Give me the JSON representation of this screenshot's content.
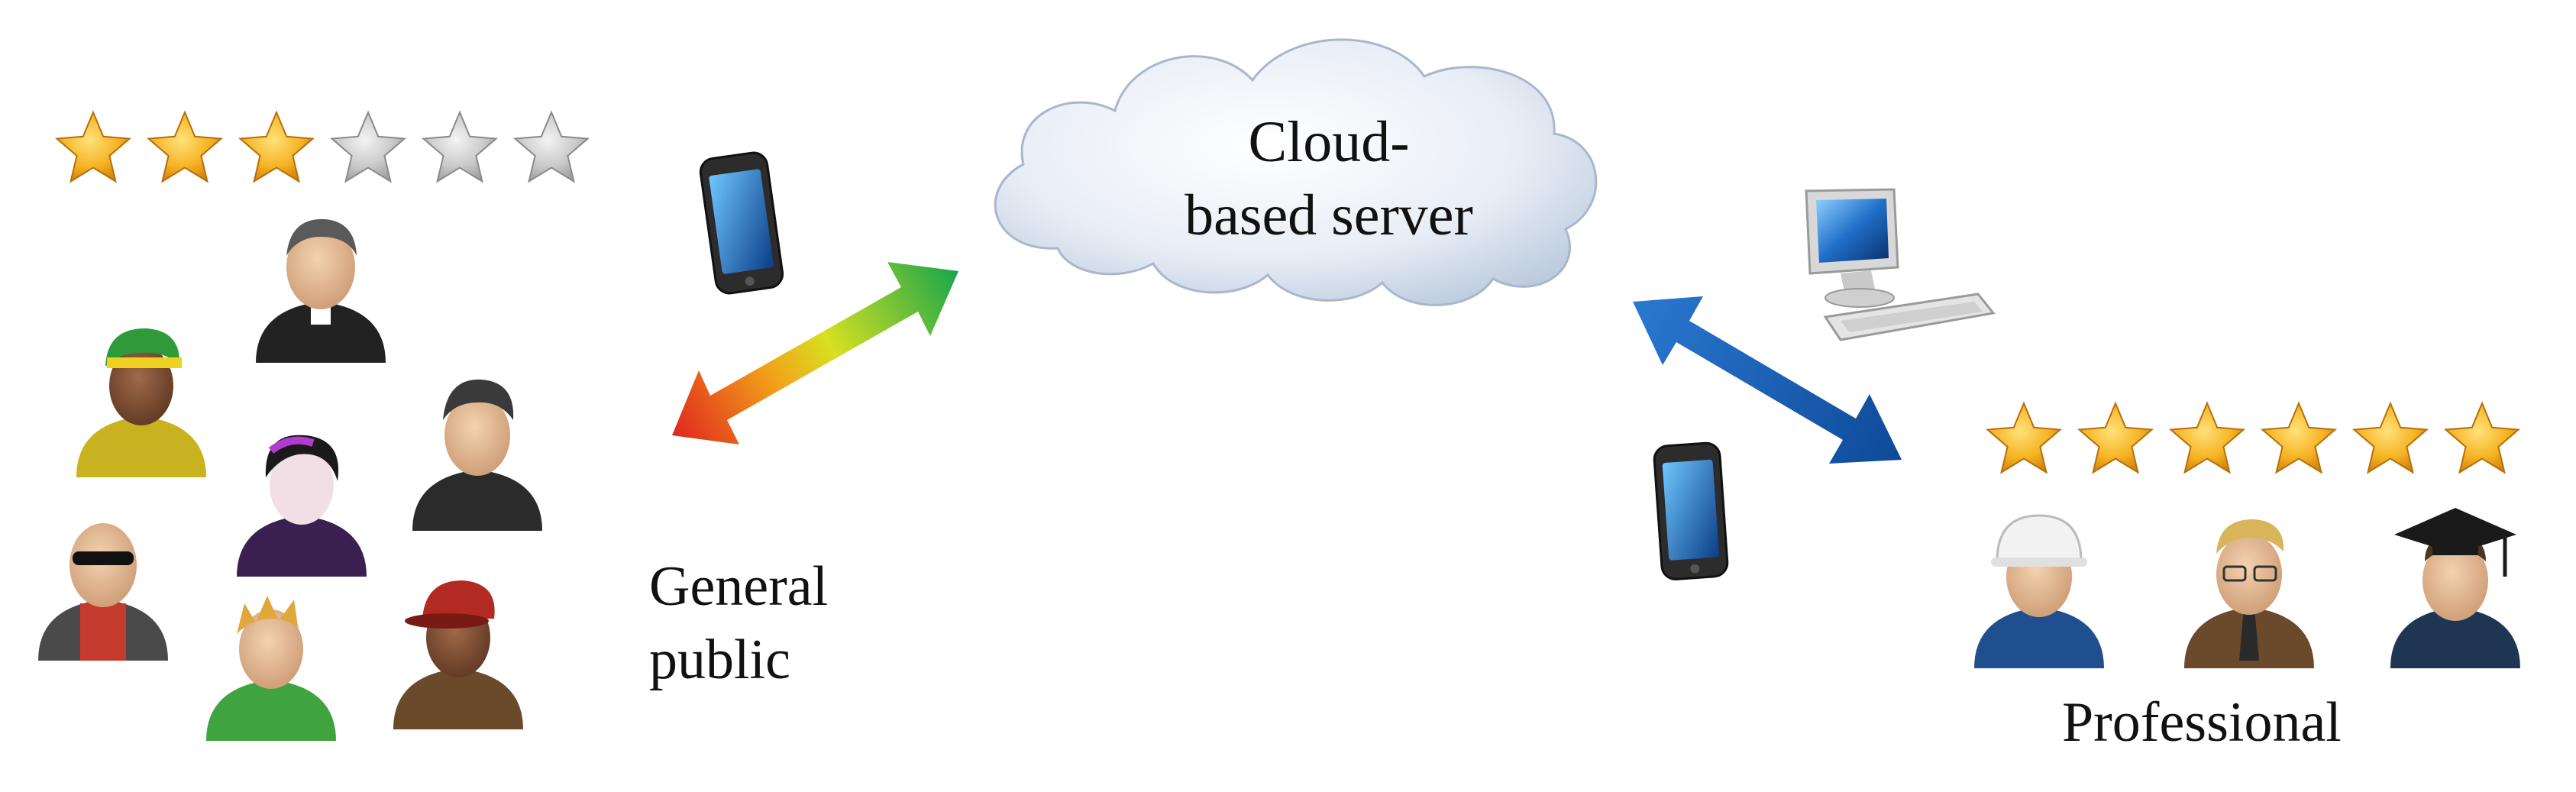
{
  "cloud_label": "Cloud-\nbased server",
  "public_label": "General\npublic",
  "professional_label": "Professional",
  "public_rating": {
    "filled": 3,
    "total": 6
  },
  "professional_rating": {
    "filled": 6,
    "total": 6
  },
  "colors": {
    "star_gold": "#f4a91c",
    "star_grey": "#c4c4c4",
    "arrow_blue": "#1b5fb2",
    "cloud": "#dde6f1"
  },
  "icons": [
    "cloud-icon",
    "smartphone-icon",
    "desktop-computer-icon",
    "bidirectional-gradient-arrow-icon",
    "bidirectional-blue-arrow-icon",
    "person-avatar-icon",
    "star-icon"
  ]
}
